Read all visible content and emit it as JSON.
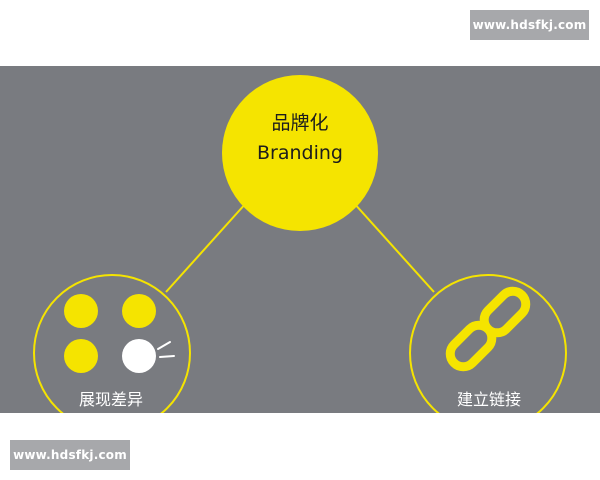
{
  "watermark": {
    "top_text": "www.hdsfkj.com",
    "bottom_text": "www.hdsfkj.com"
  },
  "diagram": {
    "hub": {
      "title_cn": "品牌化",
      "title_en": "Branding"
    },
    "nodes": [
      {
        "label": "展现差异",
        "icon": "dots-icon"
      },
      {
        "label": "建立链接",
        "icon": "link-icon"
      }
    ]
  },
  "colors": {
    "background_panel": "#797b80",
    "accent_yellow": "#f5e400",
    "text_dark": "#1d1d1d",
    "text_light": "#ffffff",
    "watermark_bg": "#a7a8ab"
  }
}
